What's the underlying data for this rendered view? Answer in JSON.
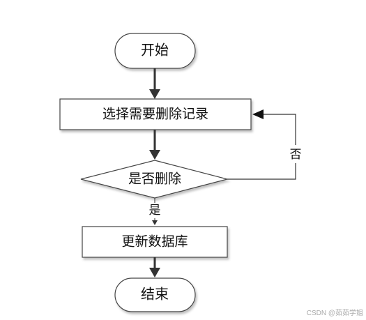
{
  "nodes": {
    "start": "开始",
    "select": "选择需要删除记录",
    "decision": "是否删除",
    "update": "更新数据库",
    "end": "结束"
  },
  "edges": {
    "yes": "是",
    "no": "否"
  },
  "watermark": "CSDN @茹茹学姐"
}
